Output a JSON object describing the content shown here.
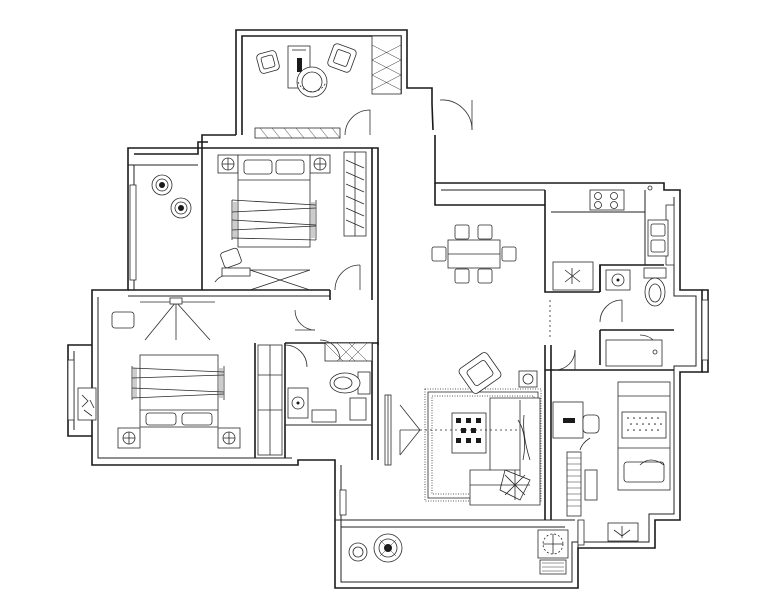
{
  "drawing": {
    "kind": "architectural-floor-plan",
    "stroke_color": "#1a1a1a",
    "background_color": "#ffffff"
  },
  "rooms": [
    {
      "id": "study-top",
      "icons": [
        "armchair-icon",
        "desk-icon",
        "office-chair-icon"
      ]
    },
    {
      "id": "master-bedroom",
      "icons": [
        "double-bed-icon",
        "nightstand-icon",
        "wardrobe-icon"
      ]
    },
    {
      "id": "west-balcony",
      "icons": [
        "round-table-icon",
        "chair-icon"
      ]
    },
    {
      "id": "second-bedroom",
      "icons": [
        "double-bed-icon",
        "nightstand-icon",
        "wardrobe-icon"
      ]
    },
    {
      "id": "dining",
      "icons": [
        "dining-table-icon",
        "dining-chair-icon"
      ]
    },
    {
      "id": "kitchen",
      "icons": [
        "stove-icon",
        "sink-icon",
        "fridge-icon"
      ]
    },
    {
      "id": "bathroom-east",
      "icons": [
        "toilet-icon",
        "basin-icon",
        "shower-icon"
      ]
    },
    {
      "id": "bathroom-middle",
      "icons": [
        "toilet-icon",
        "basin-icon"
      ]
    },
    {
      "id": "living-room",
      "icons": [
        "sofa-icon",
        "coffee-table-icon",
        "armchair-icon",
        "rug-icon"
      ]
    },
    {
      "id": "third-bedroom",
      "icons": [
        "single-bed-icon",
        "desk-icon",
        "piano-icon"
      ]
    },
    {
      "id": "south-balcony",
      "icons": [
        "round-table-icon",
        "chair-icon",
        "plant-icon"
      ]
    }
  ]
}
